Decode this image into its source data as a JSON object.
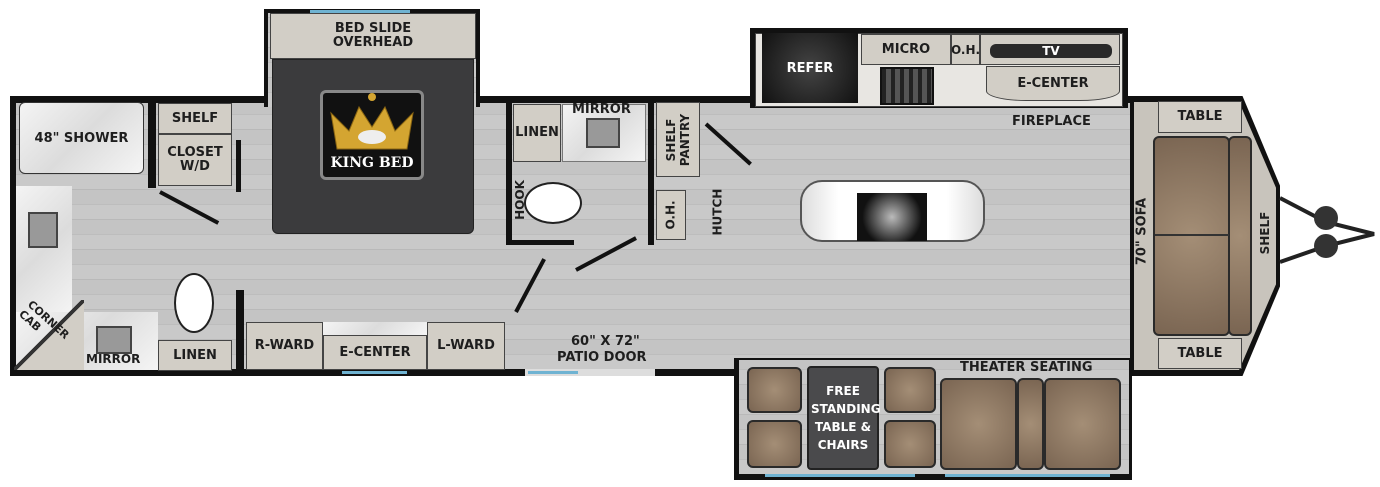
{
  "labels": {
    "bed_slide": "BED SLIDE OVERHEAD",
    "king_bed": "KING BED",
    "shower": "48\" SHOWER",
    "shelf_rear": "SHELF",
    "closet": "CLOSET W/D",
    "corner_cab": "CORNER CAB",
    "mirror_rear": "MIRROR",
    "linen_rear": "LINEN",
    "r_ward": "R-WARD",
    "e_center_bed": "E-CENTER",
    "l_ward": "L-WARD",
    "linen_mid": "LINEN",
    "mirror_mid": "MIRROR",
    "hook": "HOOK",
    "shelf_pantry": "SHELF PANTRY",
    "oh_mid": "O.H.",
    "hutch": "HUTCH",
    "patio_door_size": "60\" X 72\"",
    "patio_door": "PATIO DOOR",
    "refer": "REFER",
    "micro": "MICRO",
    "oh_kitchen": "O.H.",
    "tv": "TV",
    "e_center_living": "E-CENTER",
    "fireplace": "FIREPLACE",
    "table_top": "TABLE",
    "table_bottom": "TABLE",
    "sofa": "70\" SOFA",
    "shelf_front": "SHELF",
    "theater": "THEATER SEATING",
    "free_table": "FREE STANDING TABLE & CHAIRS"
  },
  "colors": {
    "wall": "#111111",
    "floor": "#c4c4c4",
    "cabinet": "#d2cec6",
    "window": "#6fb3d2",
    "upholstery": "#8b7662",
    "bed": "#3b3b3d",
    "crown": "#d4a531"
  }
}
